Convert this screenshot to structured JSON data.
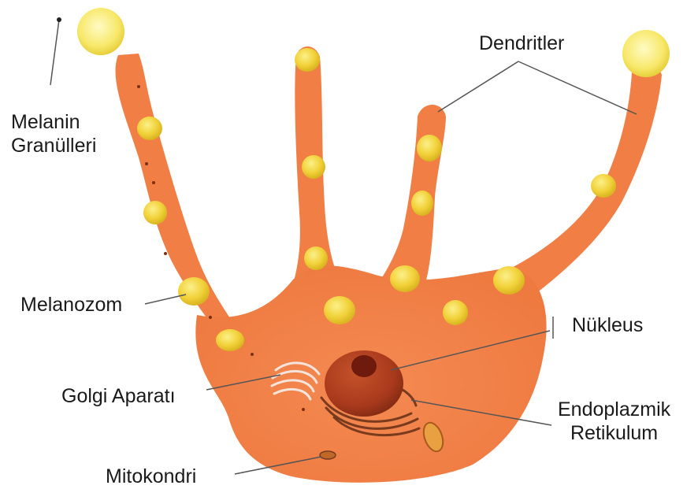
{
  "labels": {
    "melanin_granules": [
      "Melanin",
      "Granülleri"
    ],
    "dendrites": "Dendritler",
    "melanosome": "Melanozom",
    "nucleus": "Nükleus",
    "golgi": "Golgi Aparatı",
    "er": [
      "Endoplazmik",
      "Retikulum"
    ],
    "mitochondria": "Mitokondri"
  },
  "colors": {
    "cell_body": "#f07e45",
    "cell_edge": "#e66a2e",
    "granule": "#f2d23a",
    "granule_highlight": "#fbf08a",
    "nucleus": "#a8391c",
    "nucleolus": "#6e1a0c",
    "er": "#7a3a1e",
    "golgi": "#f4e4dc",
    "leader_line": "#555555",
    "text": "#1a1a1a"
  }
}
